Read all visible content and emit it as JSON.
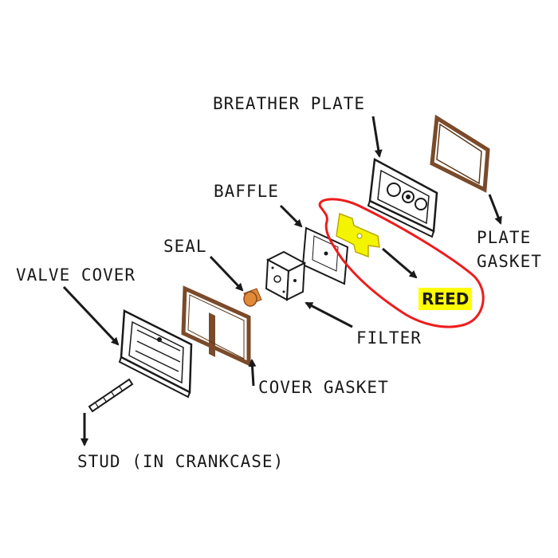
{
  "labels": {
    "breather_plate": "BREATHER PLATE",
    "baffle": "BAFFLE",
    "plate_gasket_line1": "PLATE",
    "plate_gasket_line2": "GASKET",
    "seal": "SEAL",
    "valve_cover": "VALVE COVER",
    "reed": "REED",
    "filter": "FILTER",
    "cover_gasket": "COVER GASKET",
    "stud": "STUD (IN CRANKCASE)"
  },
  "colors": {
    "ink": "#1a1a1a",
    "gasket": "#7a4a2a",
    "seal": "#e08a3a",
    "highlight": "#ffff00",
    "reed_fill": "#f4f400",
    "annotation": "#ee1c1c"
  }
}
